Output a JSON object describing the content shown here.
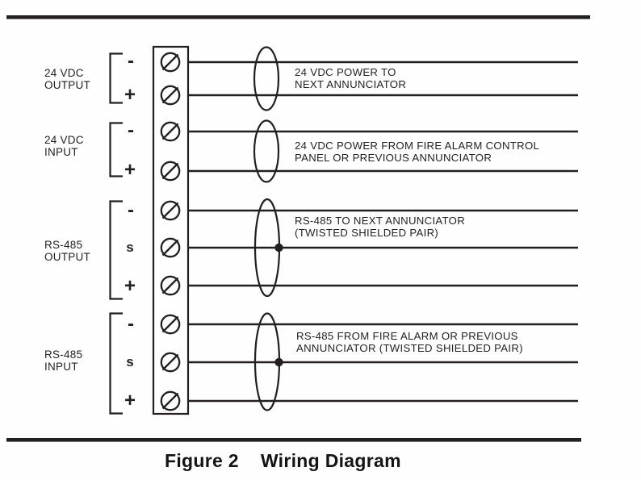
{
  "figure": {
    "caption_number": "Figure 2",
    "caption_title": "Wiring Diagram"
  },
  "colors": {
    "ink": "#231f20",
    "background": "#ffffff"
  },
  "terminal_block": {
    "terminal_count": 10,
    "terminal_symbol": "screw-terminal-circle-with-slash"
  },
  "groups": [
    {
      "name": "24 VDC OUTPUT",
      "label_line1": "24 VDC",
      "label_line2": "OUTPUT",
      "terminals": [
        "-",
        "+"
      ],
      "annotation_line1": "24 VDC POWER TO",
      "annotation_line2": "NEXT ANNUNCIATOR"
    },
    {
      "name": "24 VDC INPUT",
      "label_line1": "24 VDC",
      "label_line2": "INPUT",
      "terminals": [
        "-",
        "+"
      ],
      "annotation_line1": "24 VDC POWER FROM FIRE ALARM CONTROL",
      "annotation_line2": "PANEL OR PREVIOUS ANNUNCIATOR"
    },
    {
      "name": "RS-485 OUTPUT",
      "label_line1": "RS-485",
      "label_line2": "OUTPUT",
      "terminals": [
        "-",
        "s",
        "+"
      ],
      "annotation_line1": "RS-485 TO NEXT ANNUNCIATOR",
      "annotation_line2": "(TWISTED SHIELDED PAIR)"
    },
    {
      "name": "RS-485 INPUT",
      "label_line1": "RS-485",
      "label_line2": "INPUT",
      "terminals": [
        "-",
        "s",
        "+"
      ],
      "annotation_line1": "RS-485 FROM FIRE ALARM OR PREVIOUS",
      "annotation_line2": "ANNUNCIATOR (TWISTED SHIELDED PAIR)"
    }
  ]
}
